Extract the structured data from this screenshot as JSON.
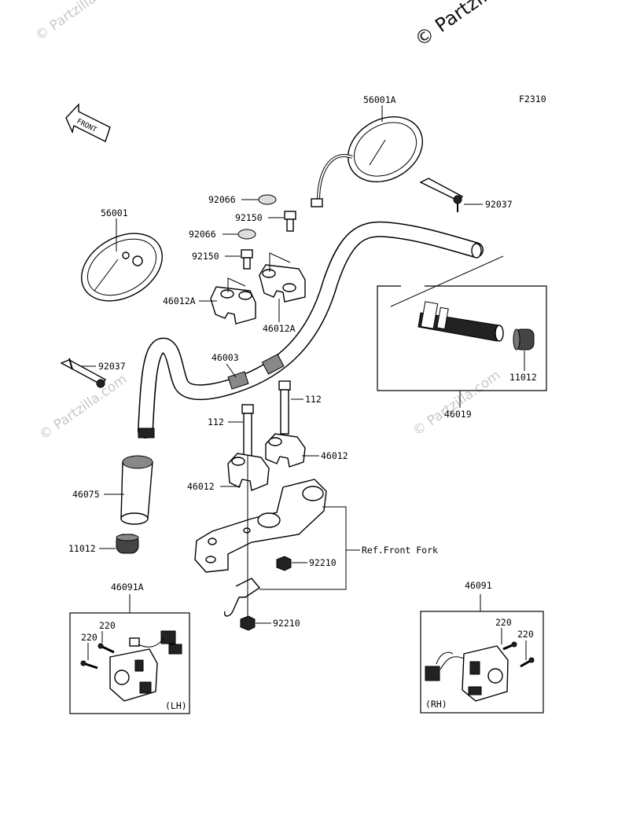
{
  "watermark": "© Partzilla.com",
  "watermark_corner": "© Partzilla",
  "figure_code": "F2310",
  "front_arrow_label": "FRONT",
  "reference_note": "Ref.Front Fork",
  "box_side_left": "(LH)",
  "box_side_right": "(RH)",
  "part_labels": {
    "mirror_right": "56001A",
    "mirror_left": "56001",
    "cap_top": "92066",
    "bolt_top": "92150",
    "cap_mid": "92066",
    "bolt_mid": "92150",
    "wrench_right": "92037",
    "holder_upper_left": "46012A",
    "holder_upper_right": "46012A",
    "wrench_left": "92037",
    "handlebar": "46003",
    "cap_grip_right": "11012",
    "grip_assembly": "46019",
    "bolt_112_right": "112",
    "bolt_112_left": "112",
    "holder_lower_right": "46012",
    "holder_lower_left": "46012",
    "grip_left": "46075",
    "cap_grip_left": "11012",
    "nut_upper": "92210",
    "nut_lower": "92210",
    "switch_left": "46091A",
    "switch_right": "46091",
    "screw_lh_a": "220",
    "screw_lh_b": "220",
    "screw_rh_a": "220",
    "screw_rh_b": "220"
  }
}
